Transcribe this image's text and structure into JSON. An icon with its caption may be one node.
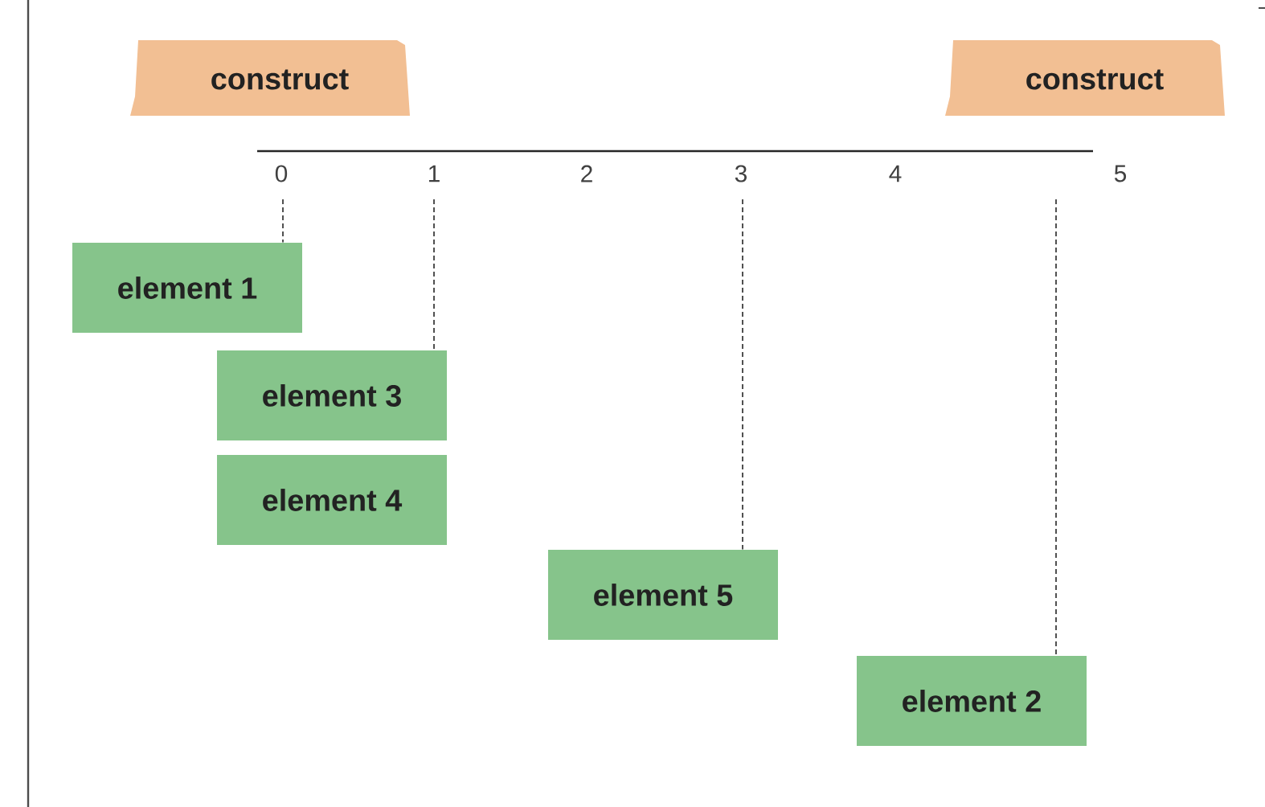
{
  "diagram": {
    "nodes": [
      {
        "text": [
          "construct"
        ]
      },
      {
        "text": [
          "construct"
        ]
      },
      {
        "text": [
          "element 1"
        ]
      },
      {
        "text": [
          "element 3"
        ]
      },
      {
        "text": [
          "element 4"
        ]
      },
      {
        "text": [
          "element 5"
        ]
      },
      {
        "text": [
          "element 2"
        ]
      }
    ],
    "edges": [
      {
        "from": null,
        "to": 2,
        "arrow": "none",
        "style": "dashed"
      },
      {
        "from": null,
        "to": 3,
        "arrow": "none",
        "style": "dashed"
      },
      {
        "from": null,
        "to": 5,
        "arrow": "none",
        "style": "dashed"
      },
      {
        "from": null,
        "to": 6,
        "arrow": "none",
        "style": "dashed"
      }
    ],
    "labels": [
      "0",
      "1",
      "2",
      "3",
      "4",
      "5"
    ]
  }
}
